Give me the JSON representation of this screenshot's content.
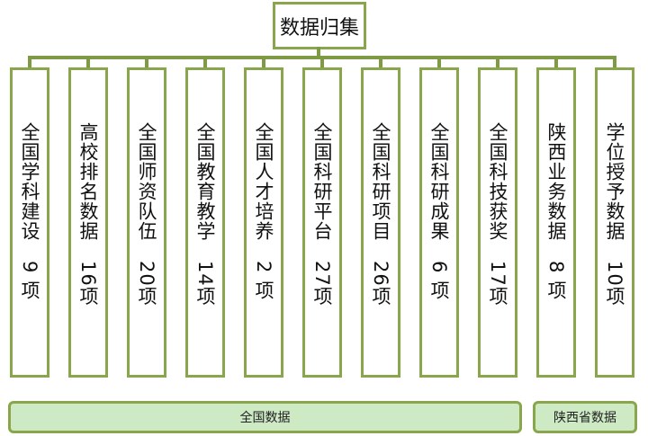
{
  "root": "数据归集",
  "items": [
    {
      "name": "全国学科建设",
      "count": "9 项"
    },
    {
      "name": "高校排名数据",
      "count": "16项"
    },
    {
      "name": "全国师资队伍",
      "count": "20项"
    },
    {
      "name": "全国教育教学",
      "count": "14项"
    },
    {
      "name": "全国人才培养",
      "count": "2 项"
    },
    {
      "name": "全国科研平台",
      "count": "27项"
    },
    {
      "name": "全国科研项目",
      "count": "26项"
    },
    {
      "name": "全国科研成果",
      "count": "6 项"
    },
    {
      "name": "全国科技获奖",
      "count": "17项"
    },
    {
      "name": "陕西业务数据",
      "count": "8 项"
    },
    {
      "name": "学位授予数据",
      "count": "10项"
    }
  ],
  "groups": {
    "national": "全国数据",
    "shaanxi": "陕西省数据"
  }
}
